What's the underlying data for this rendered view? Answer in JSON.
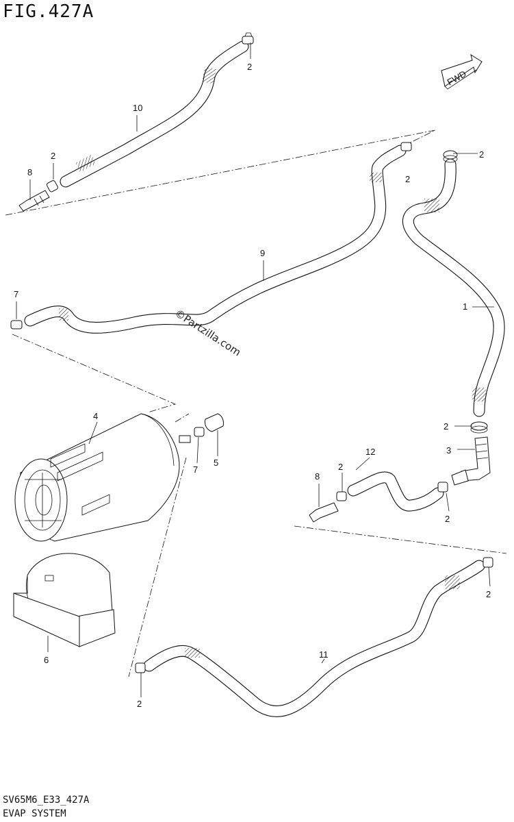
{
  "figure": {
    "title": "FIG.427A",
    "drawing_code": "SV65M6_E33_427A",
    "caption": "EVAP SYSTEM",
    "watermark": "©Partzilla.com",
    "direction_arrow": "FWD"
  },
  "callouts": {
    "c1": "1",
    "c2a": "2",
    "c2b": "2",
    "c2c": "2",
    "c2d": "2",
    "c2e": "2",
    "c2f": "2",
    "c2g": "2",
    "c2h": "2",
    "c2i": "2",
    "c3": "3",
    "c4": "4",
    "c5": "5",
    "c6": "6",
    "c7a": "7",
    "c7b": "7",
    "c8a": "8",
    "c8b": "8",
    "c9": "9",
    "c10": "10",
    "c11": "11",
    "c12": "12"
  }
}
